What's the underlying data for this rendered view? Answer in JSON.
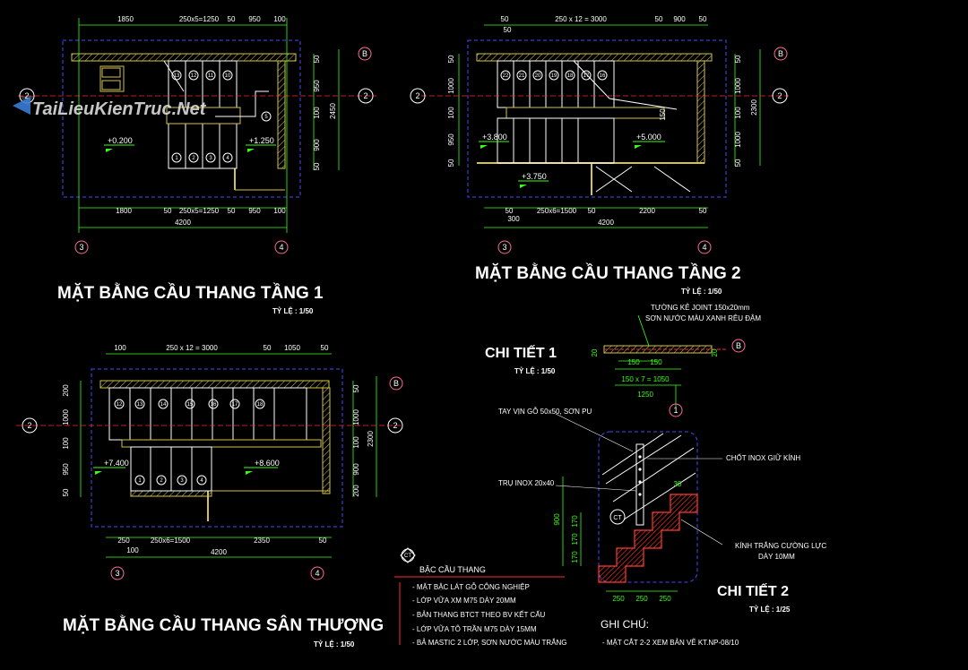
{
  "watermark": "TaiLieuKienTruc.Net",
  "colors": {
    "background": "#000000",
    "dim_line": "#39ff14",
    "wall": "#d4c24a",
    "axis": "#ff2a2a",
    "frame": "#4a4aff",
    "text": "#ffffff",
    "hatch": "#ff3b30"
  },
  "plan1": {
    "title": "MẶT BẰNG CẦU THANG TẦNG 1",
    "scale": "TỶ LỆ : 1/50",
    "top_dims": [
      "1850",
      "250x5=1250",
      "50",
      "950",
      "100"
    ],
    "bottom_dims": [
      "1800",
      "50",
      "250x5=1250",
      "50",
      "950",
      "100"
    ],
    "total": "4200",
    "right_dims": [
      "50",
      "950",
      "100",
      "900",
      "50"
    ],
    "right_total": "2450",
    "levels": [
      "+0.200",
      "+1.250"
    ],
    "axes": {
      "left": "2",
      "right": "2",
      "top": "B",
      "bottom_left": "3",
      "bottom_right": "4"
    },
    "steps_top": [
      "13",
      "12",
      "11",
      "10"
    ],
    "steps_bottom": [
      "1",
      "2",
      "3",
      "4"
    ],
    "landing_step": "5"
  },
  "plan2": {
    "title": "MẶT BẰNG CẦU THANG TẦNG 2",
    "scale": "TỶ LỆ : 1/50",
    "top_dims": [
      "50",
      "250 x 12 = 3000",
      "50",
      "900",
      "50"
    ],
    "top_sub": "50",
    "bottom_dims": [
      "300",
      "50",
      "250x6=1500",
      "50",
      "2200",
      "50"
    ],
    "total": "4200",
    "left_dims": [
      "50",
      "1000",
      "100",
      "950",
      "50"
    ],
    "right_dims": [
      "50",
      "1000",
      "100",
      "1000",
      "50"
    ],
    "right_total": "2300",
    "levels": [
      "+3.800",
      "+5.000",
      "+3.750"
    ],
    "axes": {
      "left": "2",
      "right": "2",
      "top": "B",
      "bottom_left": "3",
      "bottom_right": "4"
    },
    "steps": [
      "22",
      "21",
      "20",
      "19",
      "18",
      "17",
      "16"
    ],
    "landing_label": "150"
  },
  "plan3": {
    "title": "MẶT BẰNG CẦU THANG SÂN THƯỢNG",
    "scale": "TỶ LỆ : 1/50",
    "top_dims": [
      "100",
      "250 x 12 = 3000",
      "50",
      "1050",
      "50"
    ],
    "bottom_dims": [
      "250",
      "250x6=1500",
      "2350",
      "50"
    ],
    "bottom_sub": "100",
    "total": "4200",
    "left_dims": [
      "200",
      "1000",
      "100",
      "950",
      "50"
    ],
    "right_dims": [
      "50",
      "1000",
      "100",
      "900",
      "200"
    ],
    "right_total": "2300",
    "levels": [
      "+7.400",
      "+8.600"
    ],
    "axes": {
      "left": "2",
      "right": "2",
      "top": "B",
      "bottom_left": "3",
      "bottom_right": "4"
    },
    "steps_top": [
      "12",
      "13",
      "14",
      "15",
      "16",
      "17",
      "18"
    ],
    "steps_bottom": [
      "1",
      "2",
      "3",
      "4"
    ]
  },
  "detail1": {
    "title": "CHI TIẾT 1",
    "scale": "TỶ LỆ : 1/50",
    "note1": "TƯỜNG KẺ JOINT 150x20mm",
    "note2": "SƠN NƯỚC MÀU XANH RÊU ĐẬM",
    "dims": [
      "150",
      "150",
      "150 x 7 = 1050",
      "1250"
    ],
    "side_dims": [
      "20",
      "20"
    ],
    "axis_b": "B",
    "axis_1": "1"
  },
  "detail2": {
    "title": "CHI TIẾT 2",
    "scale": "TỶ LỆ : 1/25",
    "labels": [
      "TAY VỊN GỖ 50x50, SƠN PU",
      "CHỐT INOX GIỮ KÍNH",
      "TRỤ INOX 20x40",
      "KÍNH TRẮNG CƯỜNG LỰC",
      "DÀY 10MM"
    ],
    "dims_bottom": [
      "250",
      "250",
      "250"
    ],
    "dims_left": [
      "170",
      "170",
      "170",
      "900"
    ],
    "tag": "CT",
    "dim_30": "30"
  },
  "legend": {
    "tag": "CT",
    "title": "BẬC CẦU THANG",
    "items": [
      "- MẶT BẬC LÁT GỖ CÔNG NGHIỆP",
      "- LỚP VỮA XM M75 DÀY 20MM",
      "- BẢN THANG BTCT THEO BV KẾT CẤU",
      "- LỚP VỮA TÔ TRẦN M75 DÀY 15MM",
      "- BẢ MASTIC 2 LỚP, SƠN NƯỚC MÀU TRẮNG"
    ]
  },
  "notes": {
    "title": "GHI CHÚ:",
    "items": [
      "- MẶT CẮT 2-2 XEM BẢN VẼ KT.NP-08/10"
    ]
  }
}
